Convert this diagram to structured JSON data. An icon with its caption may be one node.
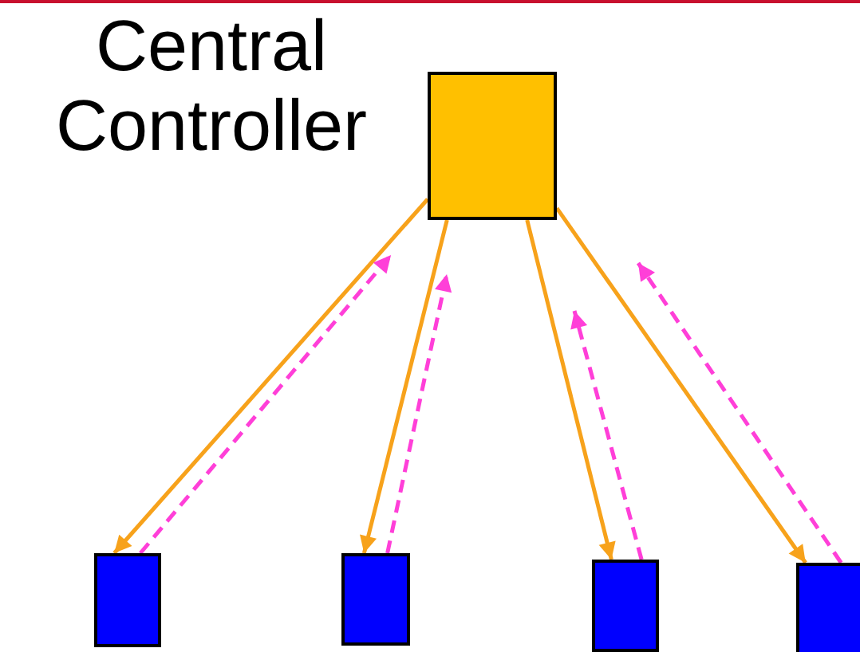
{
  "diagram": {
    "nodes": [
      {
        "text": [],
        "shape": "box",
        "beside": [
          "Central Controller"
        ]
      },
      {
        "text": [],
        "shape": "box"
      },
      {
        "text": [],
        "shape": "box"
      },
      {
        "text": [],
        "shape": "box"
      },
      {
        "text": [],
        "shape": "box"
      }
    ],
    "edges": [
      {
        "from": 0,
        "to": 1,
        "arrow": "to",
        "color": "#f7a21b"
      },
      {
        "from": 1,
        "to": null,
        "arrow": "to",
        "style": "dashed",
        "color": "#ff3fd8"
      },
      {
        "from": 0,
        "to": 2,
        "arrow": "to",
        "color": "#f7a21b"
      },
      {
        "from": 2,
        "to": null,
        "arrow": "to",
        "style": "dashed",
        "color": "#ff3fd8"
      },
      {
        "from": 0,
        "to": 3,
        "arrow": "to",
        "color": "#f7a21b"
      },
      {
        "from": 3,
        "to": null,
        "arrow": "to",
        "style": "dashed",
        "color": "#ff3fd8"
      },
      {
        "from": 0,
        "to": 4,
        "arrow": "to",
        "color": "#f7a21b"
      },
      {
        "from": 4,
        "to": null,
        "arrow": "to",
        "style": "dashed",
        "color": "#ff3fd8"
      }
    ]
  }
}
